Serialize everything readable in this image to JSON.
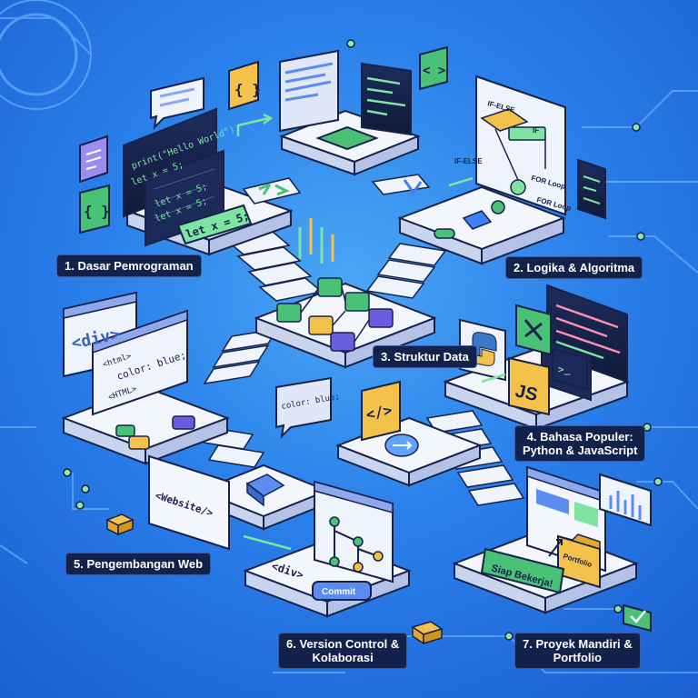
{
  "steps": [
    {
      "label": "1. Dasar Pemrograman"
    },
    {
      "label": "2. Logika & Algoritma"
    },
    {
      "label": "3. Struktur Data"
    },
    {
      "label_line1": "4. Bahasa Populer:",
      "label_line2": "Python & JavaScript"
    },
    {
      "label": "5. Pengembangan Web"
    },
    {
      "label_line1": "6. Version Control &",
      "label_line2": "Kolaborasi"
    },
    {
      "label_line1": "7. Proyek Mandiri &",
      "label_line2": "Portfolio"
    }
  ],
  "code": {
    "hello": "print(\"Hello World\")",
    "let_x": "let x = 5;",
    "let_x_tag": "let x = 5;",
    "braces": "{ }",
    "angle": "< >",
    "div_tag": "<div>",
    "html_tag": "<html>",
    "color_blue": "color: blue;",
    "color_blue_bubble": "color: blue;",
    "html_upper": "<HTML>",
    "website_tag": "<Website/>",
    "div_small": "<div>",
    "slash_tag": "</>",
    "js": "JS",
    "prompt": ">_"
  },
  "flow": {
    "if_else_1": "IF-ELSE",
    "if_else_2": "IF-ELSE",
    "if_label": "IF",
    "for_loop_1": "FOR Loop",
    "for_loop_2": "FOR Loop"
  },
  "git": {
    "commit": "Commit"
  },
  "portfolio": {
    "folder": "Portfolio",
    "ready_banner": "Siap Bekerja!"
  },
  "colors": {
    "bg_center": "#4aa6f5",
    "bg_edge": "#1b5fd2",
    "platform_top": "#f3f6fd",
    "platform_side": "#c9d4ee",
    "outline": "#16224a",
    "accent_green": "#49c177",
    "accent_yellow": "#f4c24a",
    "accent_purple": "#6b5de0",
    "accent_teal": "#3bb4c4",
    "label_bg": "#13224a"
  },
  "icons": [
    "braces-icon",
    "angle-brackets-icon",
    "python-logo-icon",
    "js-logo-icon",
    "terminal-icon",
    "checkmark-icon",
    "chevron-left-right-icon",
    "git-branch-icon",
    "folder-icon",
    "bar-chart-icon",
    "sync-icon"
  ]
}
